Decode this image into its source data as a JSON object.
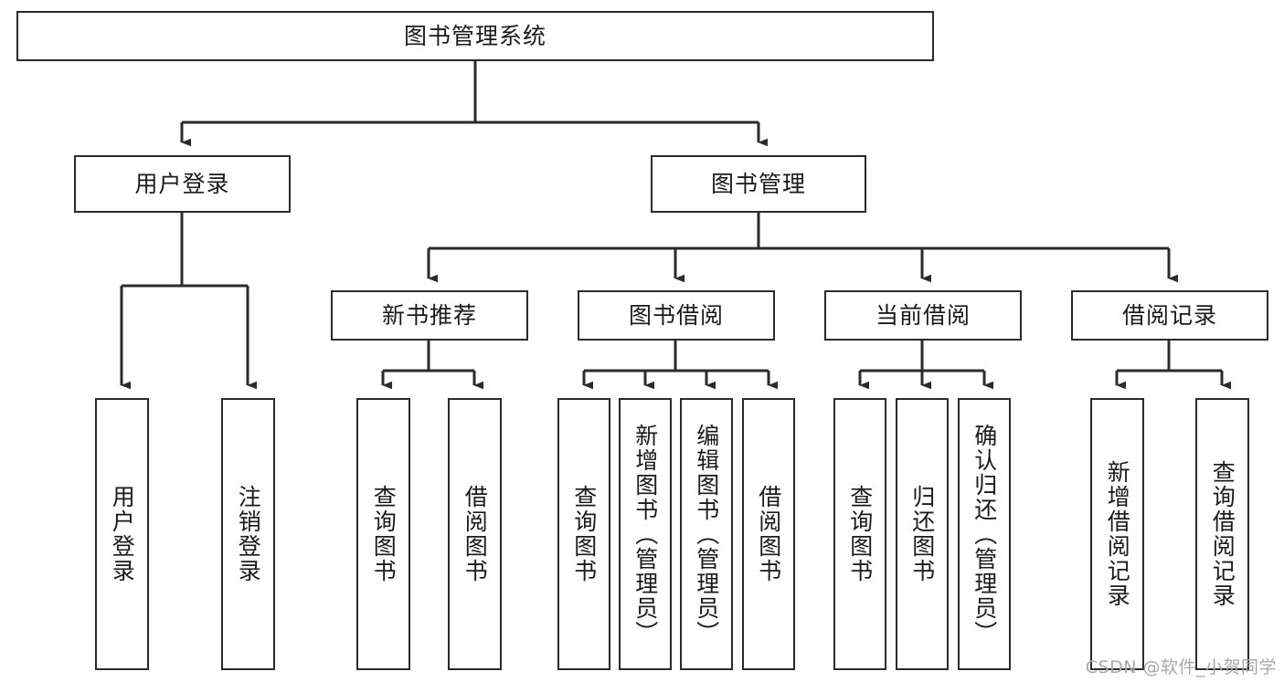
{
  "diagram": {
    "type": "tree-hierarchy",
    "title": "图书管理系统",
    "watermark": "CSDN @软件_小贺同学",
    "colors": {
      "stroke": "#2b2b2b",
      "fill": "#ffffff",
      "text": "#1a1a1a",
      "watermark": "#a8a8a8"
    },
    "levels": {
      "root": {
        "label": "图书管理系统"
      },
      "level2": [
        {
          "label": "用户登录"
        },
        {
          "label": "图书管理"
        }
      ],
      "level3": [
        {
          "label": "新书推荐"
        },
        {
          "label": "图书借阅"
        },
        {
          "label": "当前借阅"
        },
        {
          "label": "借阅记录"
        }
      ],
      "leaves": {
        "user_login": [
          {
            "label": "用户登录"
          },
          {
            "label": "注销登录"
          }
        ],
        "new_book_recommend": [
          {
            "label": "查询图书"
          },
          {
            "label": "借阅图书"
          }
        ],
        "book_borrow": [
          {
            "label": "查询图书"
          },
          {
            "label": "新增图书（管理员）"
          },
          {
            "label": "编辑图书（管理员）"
          },
          {
            "label": "借阅图书"
          }
        ],
        "current_borrow": [
          {
            "label": "查询图书"
          },
          {
            "label": "归还图书"
          },
          {
            "label": "确认归还（管理员）"
          }
        ],
        "borrow_record": [
          {
            "label": "新增借阅记录"
          },
          {
            "label": "查询借阅记录"
          }
        ]
      }
    }
  }
}
